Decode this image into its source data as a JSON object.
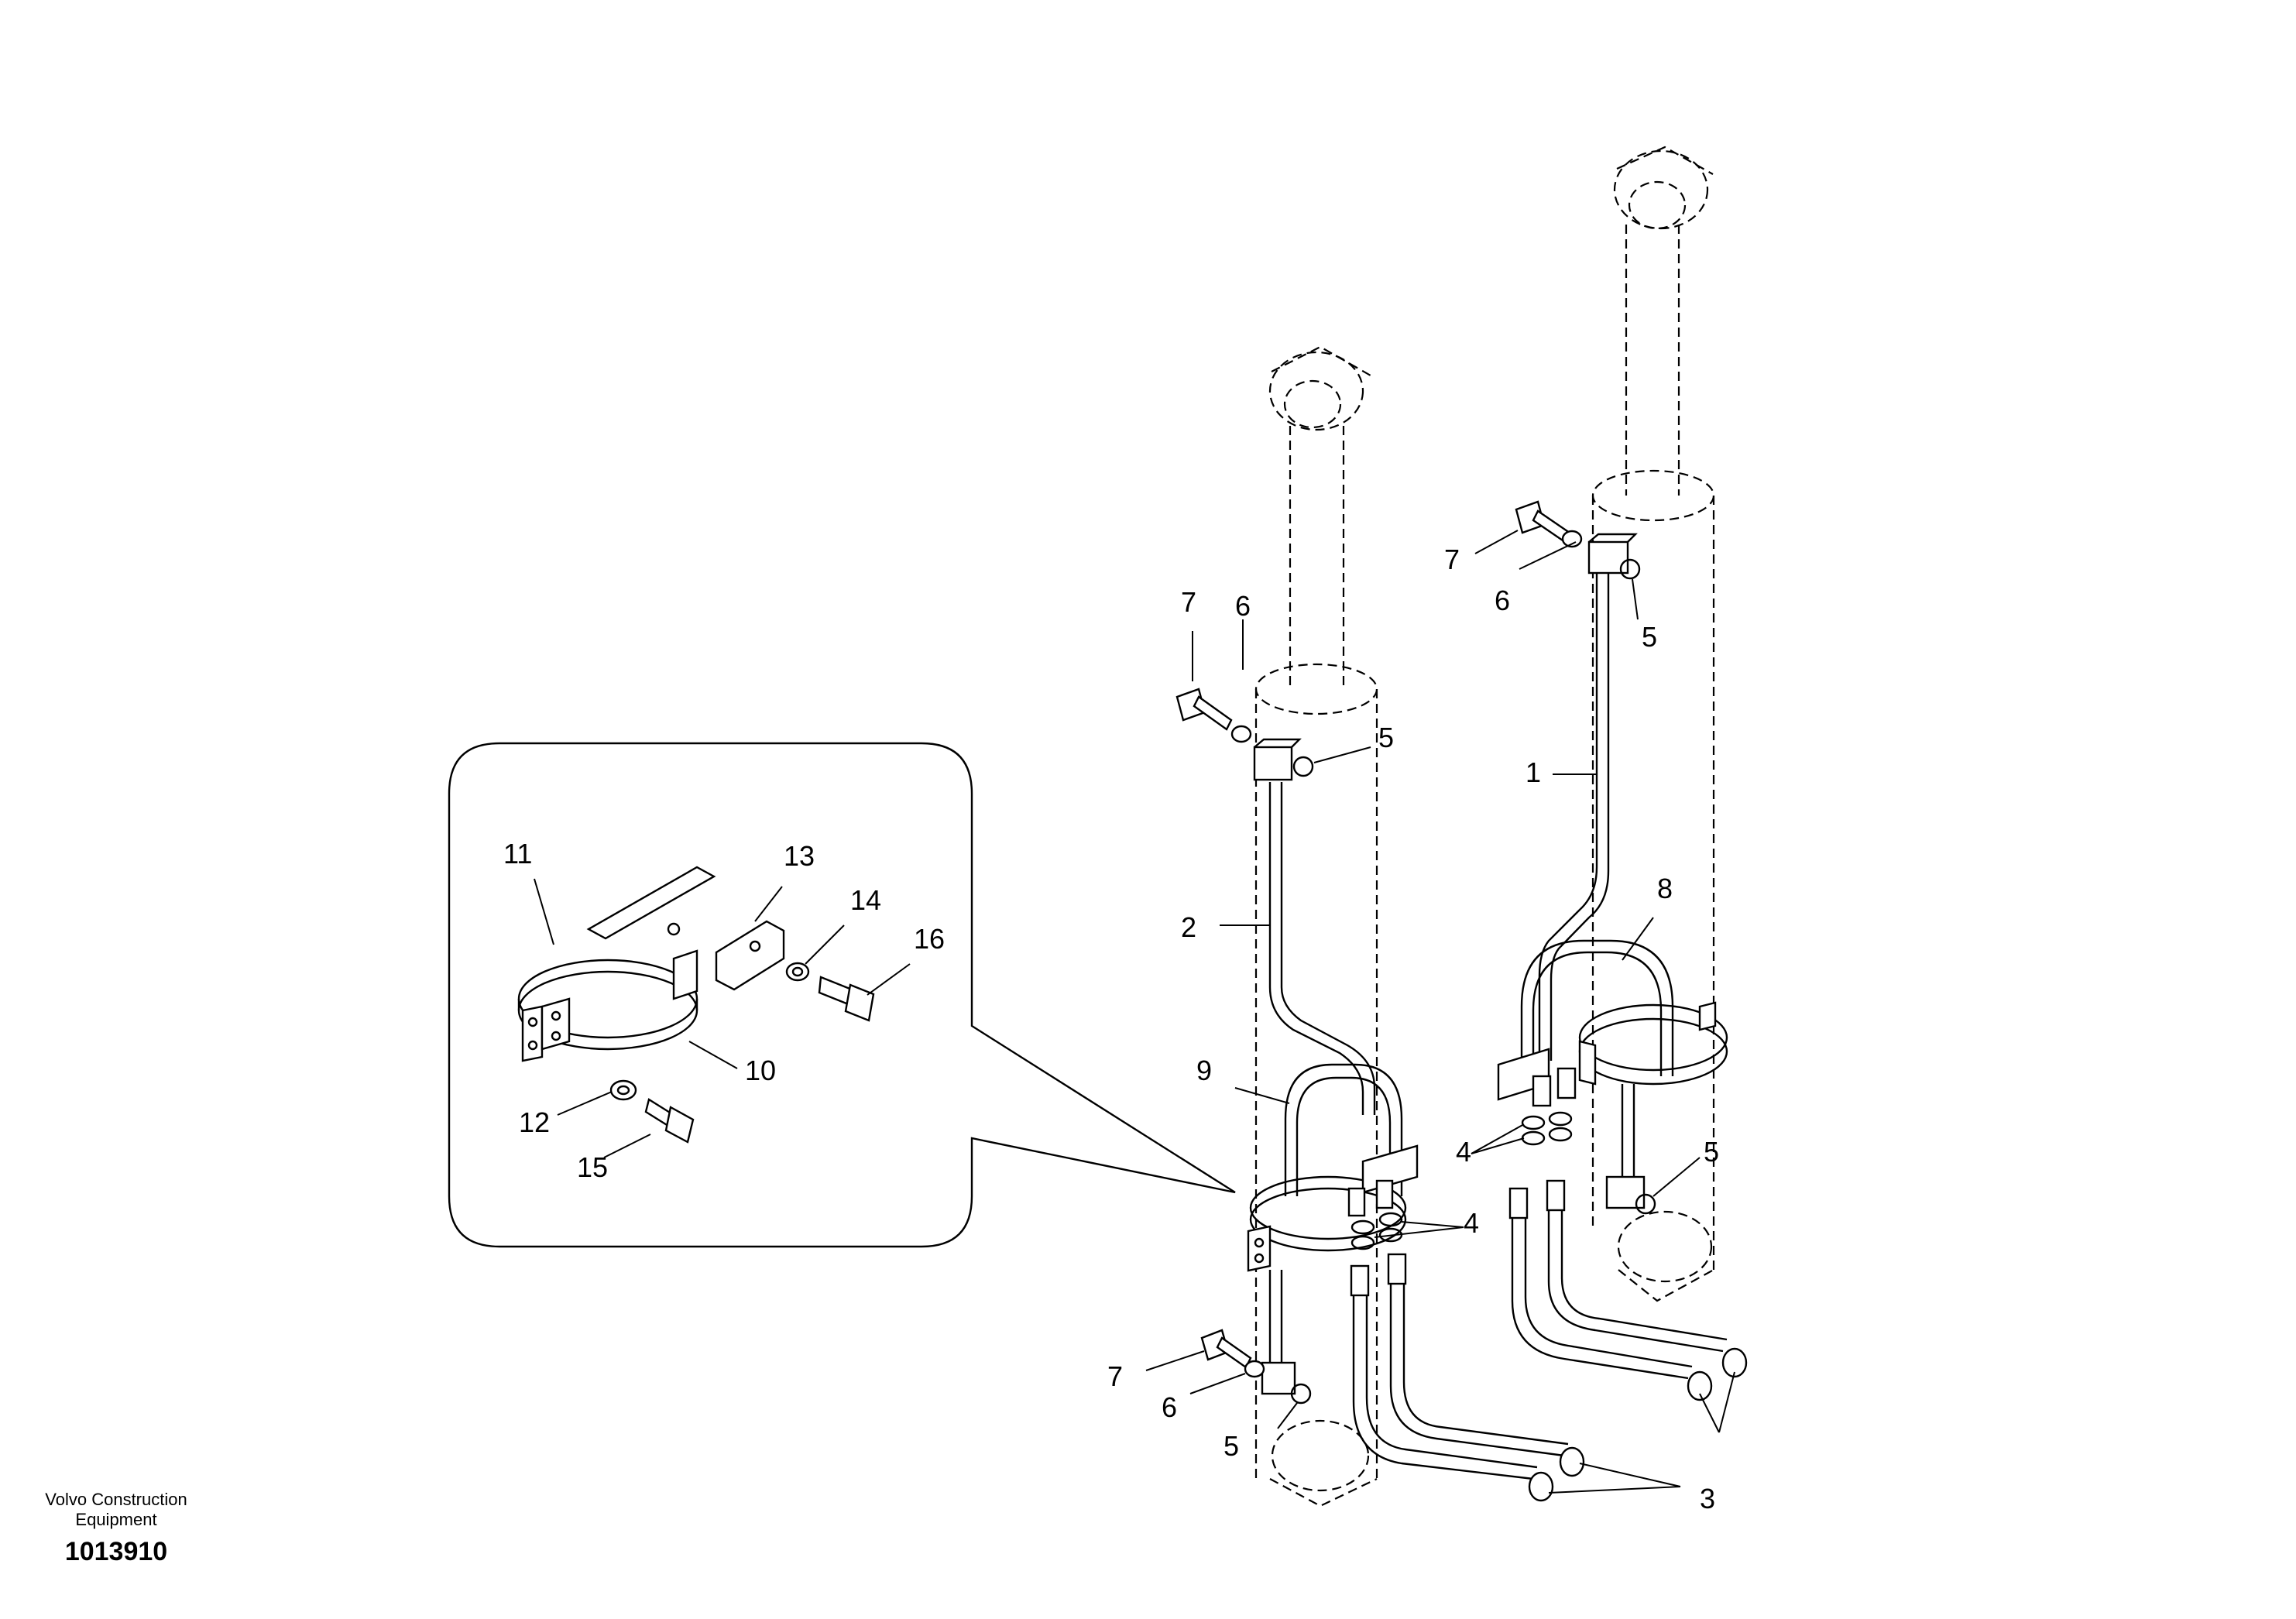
{
  "company": {
    "line1": "Volvo Construction",
    "line2": "Equipment"
  },
  "drawing_number": "1013910",
  "callouts": {
    "c1": "1",
    "c2": "2",
    "c3": "3",
    "c4a": "4",
    "c4b": "4",
    "c5a": "5",
    "c5b": "5",
    "c5c": "5",
    "c5d": "5",
    "c6a": "6",
    "c6b": "6",
    "c6c": "6",
    "c7a": "7",
    "c7b": "7",
    "c7c": "7",
    "c8": "8",
    "c9": "9",
    "c10": "10",
    "c11": "11",
    "c12": "12",
    "c13": "13",
    "c14": "14",
    "c15": "15",
    "c16": "16"
  }
}
